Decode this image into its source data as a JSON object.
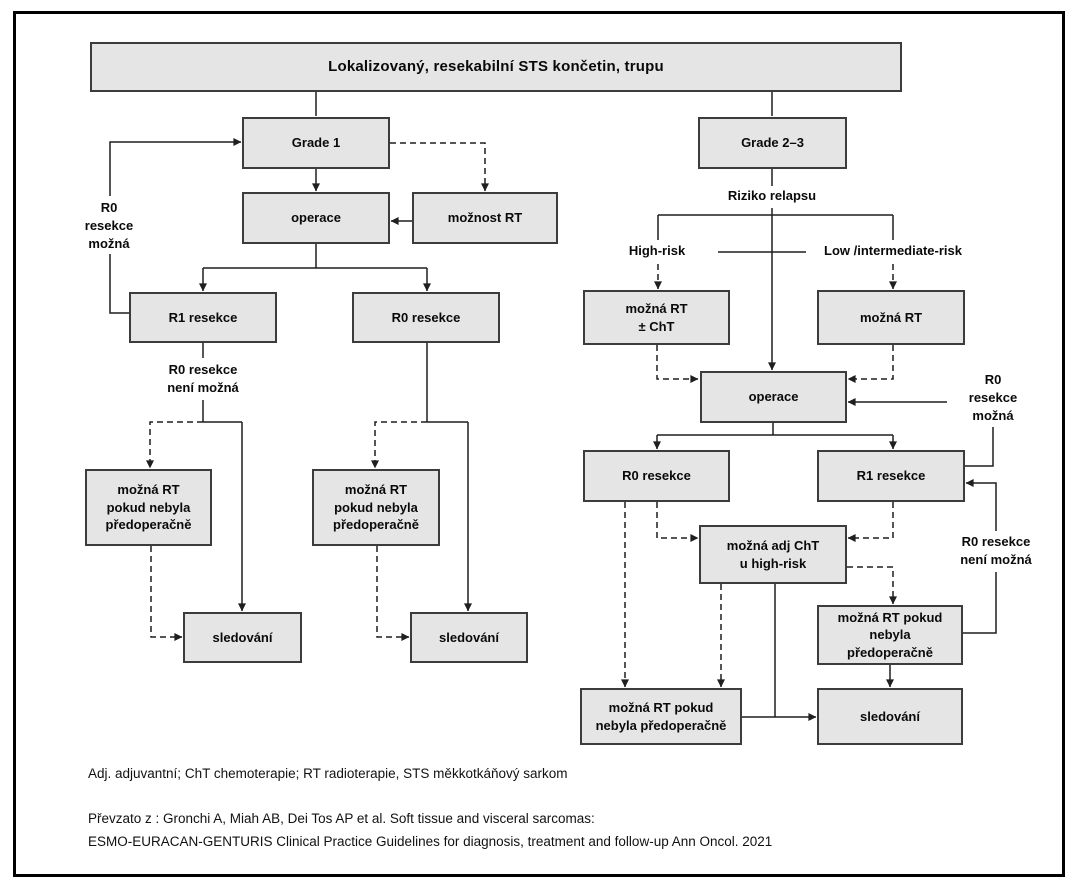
{
  "nodes": {
    "header": {
      "label": "Lokalizovaný, resekabilní STS končetin, trupu"
    },
    "grade1": {
      "label": "Grade 1"
    },
    "operace_left": {
      "label": "operace"
    },
    "moznost_rt": {
      "label": "možnost RT"
    },
    "r1_left": {
      "label": "R1 resekce"
    },
    "r0_left": {
      "label": "R0 resekce"
    },
    "rt_if_not_preop_left1": {
      "label": "možná RT\npokud nebyla\npředoperačně"
    },
    "rt_if_not_preop_left2": {
      "label": "možná RT\npokud nebyla\npředoperačně"
    },
    "followup_left1": {
      "label": "sledování"
    },
    "followup_left2": {
      "label": "sledování"
    },
    "grade23": {
      "label": "Grade 2–3"
    },
    "rt_plus_cht": {
      "label": "možná RT\n± ChT"
    },
    "rt_right": {
      "label": "možná RT"
    },
    "operace_right": {
      "label": "operace"
    },
    "r0_right": {
      "label": "R0 resekce"
    },
    "r1_right": {
      "label": "R1 resekce"
    },
    "adj_cht": {
      "label": "možná adj ChT\nu high-risk"
    },
    "rt_if_not_preop_right": {
      "label": "možná RT pokud\nnebyla\npředoperačně"
    },
    "rt_if_not_preop_bottom": {
      "label": "možná RT pokud\nnebyla předoperačně"
    },
    "followup_right": {
      "label": "sledování"
    }
  },
  "edge_labels": {
    "r0_possible_left": "R0\nresekce\nmožná",
    "r0_not_possible_left": "R0 resekce\nnení možná",
    "relapse_risk": "Riziko relapsu",
    "high_risk": "High-risk",
    "low_intermediate_risk": "Low /intermediate-risk",
    "r0_possible_right": "R0\nresekce\nmožná",
    "r0_not_possible_right": "R0 resekce\nnení možná"
  },
  "footnotes": {
    "abbreviations": "Adj. adjuvantní; ChT chemoterapie; RT radioterapie, STS měkkotkáňový sarkom",
    "source_line1": "Převzato z : Gronchi A, Miah AB, Dei Tos AP et al. Soft tissue and visceral sarcomas:",
    "source_line2": "ESMO-EURACAN-GENTURIS Clinical Practice Guidelines for diagnosis, treatment and follow-up Ann Oncol. 2021"
  },
  "colors": {
    "background": "#ffffff",
    "frame": "#000000",
    "box_fill": "#e5e5e5",
    "box_border": "#3c3c3c",
    "line": "#1f1f1f"
  }
}
